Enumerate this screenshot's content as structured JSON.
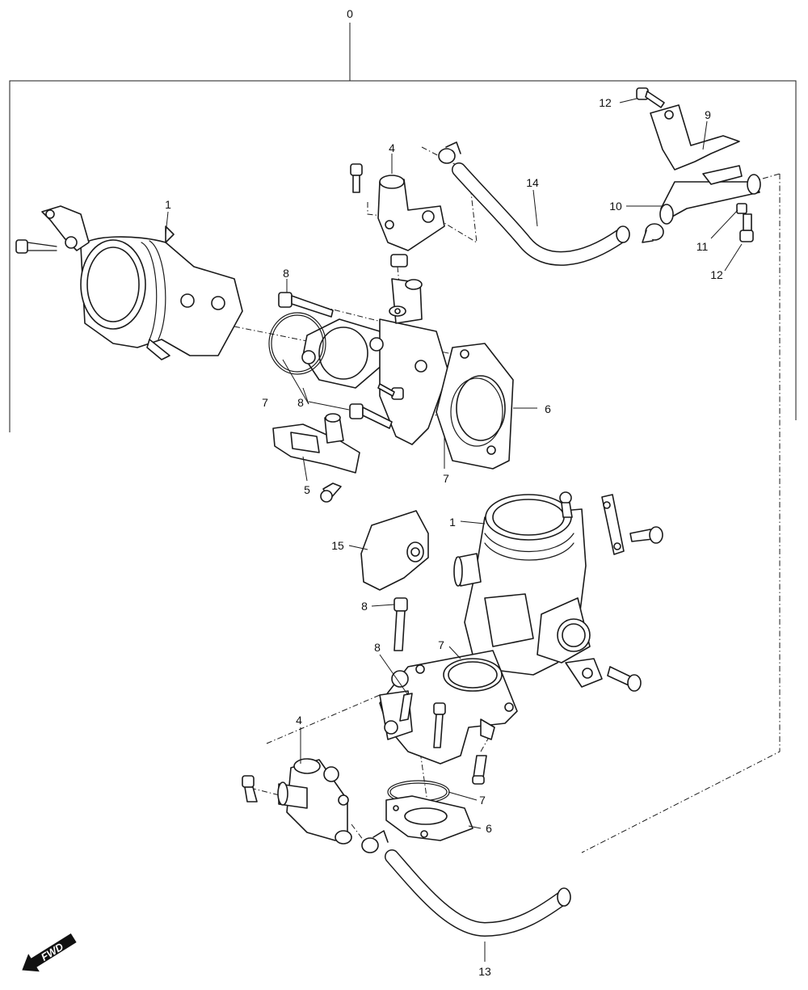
{
  "diagram": {
    "assembly_number": "0",
    "callouts": [
      {
        "id": "c-1a",
        "text": "1"
      },
      {
        "id": "c-4a",
        "text": "4"
      },
      {
        "id": "c-5",
        "text": "5"
      },
      {
        "id": "c-6a",
        "text": "6"
      },
      {
        "id": "c-7a",
        "text": "7"
      },
      {
        "id": "c-7b",
        "text": "7"
      },
      {
        "id": "c-8a",
        "text": "8"
      },
      {
        "id": "c-8b",
        "text": "8"
      },
      {
        "id": "c-9",
        "text": "9"
      },
      {
        "id": "c-10",
        "text": "10"
      },
      {
        "id": "c-11",
        "text": "11"
      },
      {
        "id": "c-12a",
        "text": "12"
      },
      {
        "id": "c-12b",
        "text": "12"
      },
      {
        "id": "c-14",
        "text": "14"
      },
      {
        "id": "c-1b",
        "text": "1"
      },
      {
        "id": "c-15",
        "text": "15"
      },
      {
        "id": "c-8c",
        "text": "8"
      },
      {
        "id": "c-8d",
        "text": "8"
      },
      {
        "id": "c-7c",
        "text": "7"
      },
      {
        "id": "c-4b",
        "text": "4"
      },
      {
        "id": "c-7d",
        "text": "7"
      },
      {
        "id": "c-6b",
        "text": "6"
      },
      {
        "id": "c-13",
        "text": "13"
      }
    ],
    "fwd_label": "FWD"
  }
}
